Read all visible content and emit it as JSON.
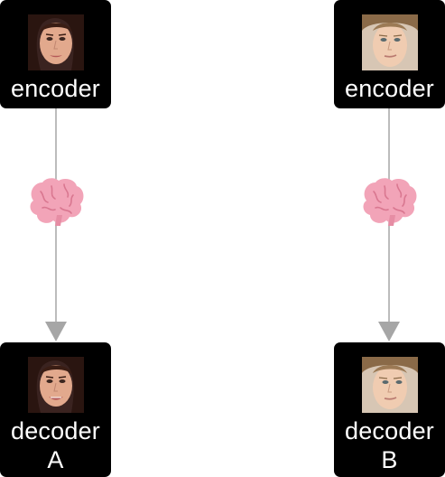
{
  "left_pipeline": {
    "encoder_label": "encoder",
    "decoder_label": "decoder",
    "decoder_suffix": "A"
  },
  "right_pipeline": {
    "encoder_label": "encoder",
    "decoder_label": "decoder",
    "decoder_suffix": "B"
  },
  "colors": {
    "box_bg": "#000000",
    "box_text": "#ffffff",
    "arrow": "#a6a6a6",
    "brain": "#f2a4b8"
  },
  "icons": {
    "face_a": "face-a-icon",
    "face_b": "face-b-icon",
    "latent": "brain-icon"
  }
}
